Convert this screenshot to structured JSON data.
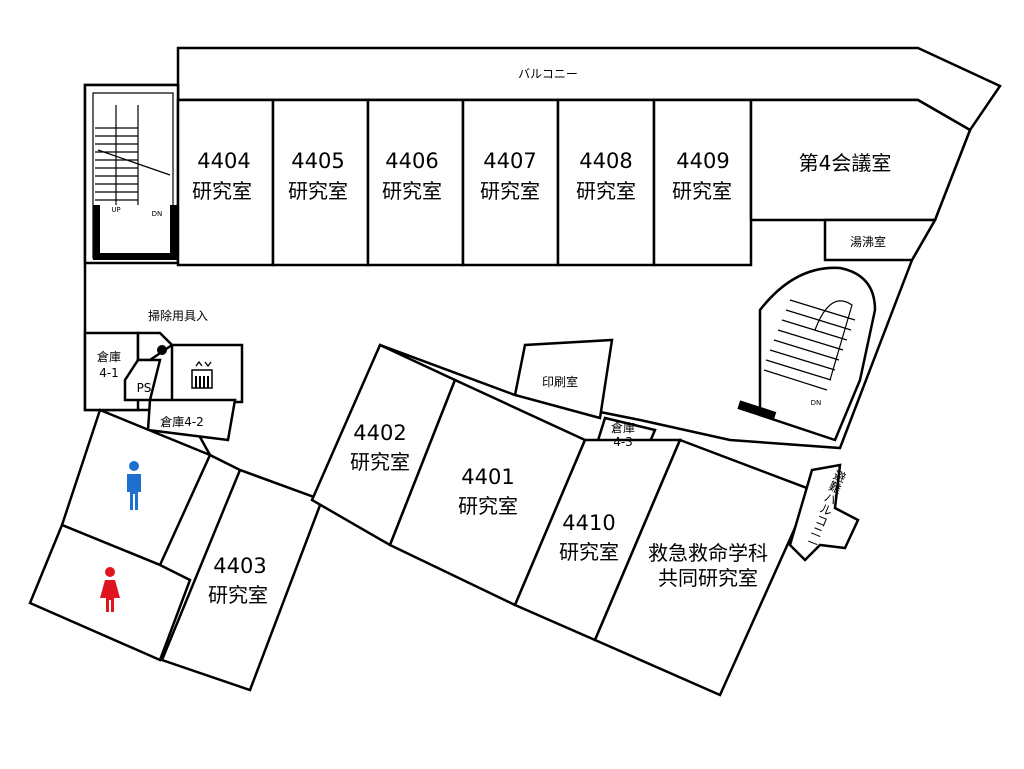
{
  "balcony_label": "バルコニー",
  "rooms": {
    "r4404": {
      "number": "4404",
      "name": "研究室"
    },
    "r4405": {
      "number": "4405",
      "name": "研究室"
    },
    "r4406": {
      "number": "4406",
      "name": "研究室"
    },
    "r4407": {
      "number": "4407",
      "name": "研究室"
    },
    "r4408": {
      "number": "4408",
      "name": "研究室"
    },
    "r4409": {
      "number": "4409",
      "name": "研究室"
    },
    "r4402": {
      "number": "4402",
      "name": "研究室"
    },
    "r4401": {
      "number": "4401",
      "name": "研究室"
    },
    "r4410": {
      "number": "4410",
      "name": "研究室"
    },
    "r4403": {
      "number": "4403",
      "name": "研究室"
    }
  },
  "meeting_room": "第4会議室",
  "kettle_room": "湯沸室",
  "print_room": "印刷室",
  "storage_4_1": {
    "line1": "倉庫",
    "line2": "4-1"
  },
  "storage_4_2": "倉庫4-2",
  "storage_4_3": {
    "line1": "倉庫",
    "line2": "4-3"
  },
  "ps_label": "PS",
  "cleaning_label": "掃除用具入",
  "emergency_lab": {
    "line1": "救急救命学科",
    "line2": "共同研究室"
  },
  "evacuation_balcony": {
    "line1": "避",
    "line2": "難",
    "line3": "バ",
    "line4": "ル",
    "line5": "コ",
    "line6": "ニ",
    "line7": "ー"
  },
  "stair_left": {
    "up": "UP",
    "dn": "DN"
  },
  "stair_right": {
    "dn": "DN"
  },
  "colors": {
    "male": "#1f6fd0",
    "female": "#e0141e",
    "wall": "#000000"
  },
  "icons": [
    "male-toilet-icon",
    "female-toilet-icon",
    "elevator-icon"
  ]
}
